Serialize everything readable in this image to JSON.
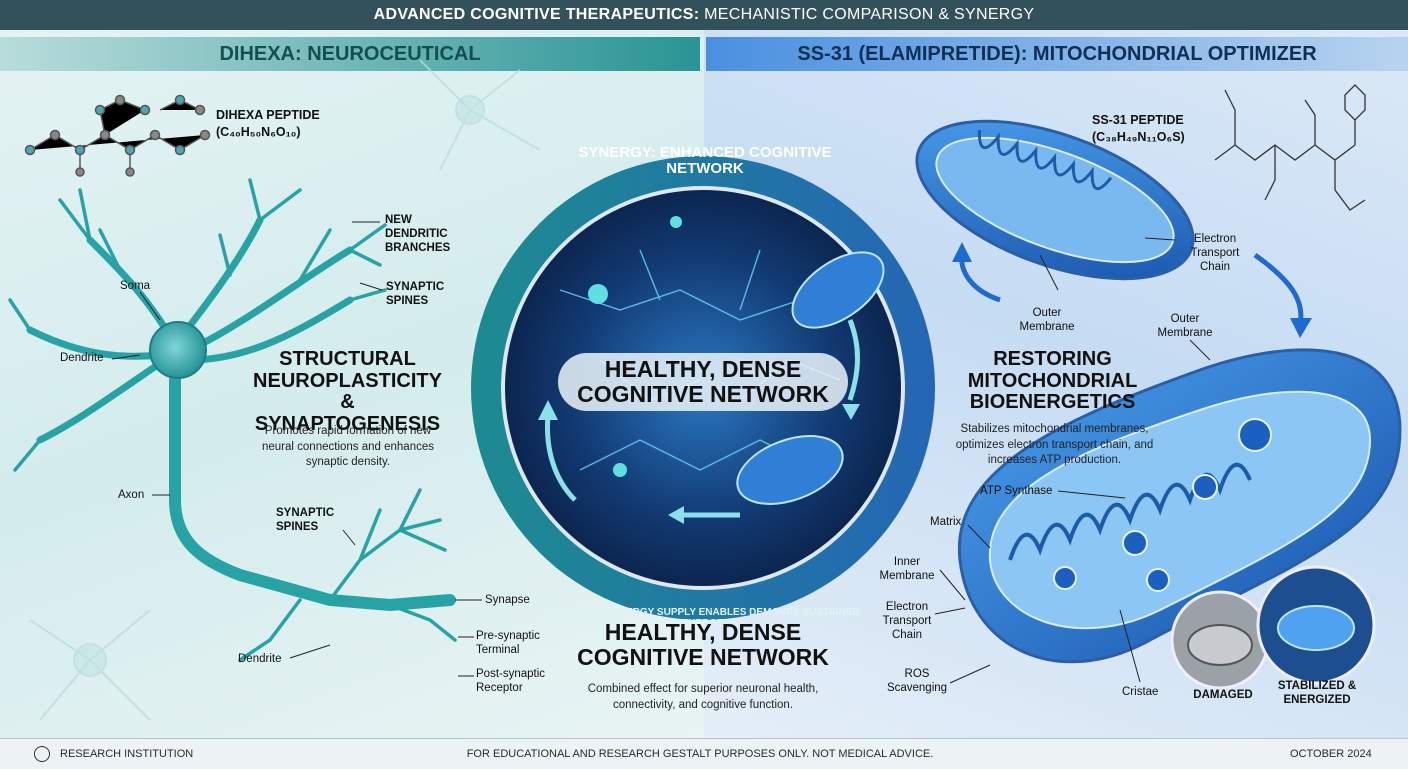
{
  "header": {
    "title_bold": "ADVANCED COGNITIVE THERAPEUTICS:",
    "title_rest": "MECHANISTIC COMPARISON & SYNERGY"
  },
  "left": {
    "heading": "DIHEXA: NEUROCEUTICAL",
    "molecule_name": "DIHEXA PEPTIDE",
    "molecule_formula": "(C₄₀H₅₀N₆O₁₀)",
    "labels": {
      "soma": "Soma",
      "dendrite_top": "Dendrite",
      "axon": "Axon",
      "dendrite_bottom": "Dendrite",
      "new_dendritic_branches": "NEW DENDRITIC BRANCHES",
      "synaptic_spines_top": "SYNAPTIC SPINES",
      "synaptic_spines_bottom": "SYNAPTIC SPINES",
      "synapse": "Synapse",
      "pre_synaptic": "Pre-synaptic Terminal",
      "post_synaptic": "Post-synaptic Receptor"
    },
    "section_title": "STRUCTURAL NEUROPLASTICITY & SYNAPTOGENESIS",
    "section_text": "Promotes rapid formation of new neural connections and enhances synaptic density."
  },
  "center": {
    "ring_top": "SYNERGY: ENHANCED COGNITIVE NETWORK",
    "ring_bottom": "INCREASED ENERGY SUPPLY ENABLES DEMANDS SUSTAINED BIOENERGETICS",
    "inner_title": "HEALTHY, DENSE COGNITIVE NETWORK",
    "bottom_title": "HEALTHY, DENSE COGNITIVE NETWORK",
    "bottom_text": "Combined effect for superior neuronal health, connectivity, and cognitive function."
  },
  "right": {
    "heading": "SS-31 (ELAMIPRETIDE): MITOCHONDRIAL OPTIMIZER",
    "molecule_name": "SS-31 PEPTIDE",
    "molecule_formula": "(C₃₈H₄₉N₁₁O₆S)",
    "labels": {
      "etc_top": "Electron Transport Chain",
      "outer_membrane_top": "Outer Membrane",
      "outer_membrane_right": "Outer Membrane",
      "atp_synthase": "ATP Synthase",
      "matrix": "Matrix",
      "inner_membrane": "Inner Membrane",
      "etc_bottom": "Electron Transport Chain",
      "ros": "ROS Scavenging",
      "cristae": "Cristae",
      "damaged": "DAMAGED",
      "stabilized": "STABILIZED & ENERGIZED"
    },
    "section_title": "RESTORING MITOCHONDRIAL BIOENERGETICS",
    "section_text": "Stabilizes mitochondrial membranes, optimizes electron transport chain, and increases ATP production."
  },
  "footer": {
    "institution": "RESEARCH INSTITUTION",
    "disclaimer": "FOR EDUCATIONAL AND RESEARCH GESTALT PURPOSES ONLY. NOT MEDICAL ADVICE.",
    "date": "OCTOBER 2024"
  },
  "colors": {
    "teal_accent": "#2a9494",
    "blue_accent": "#3b82e0",
    "dark_bar": "#33515a"
  }
}
